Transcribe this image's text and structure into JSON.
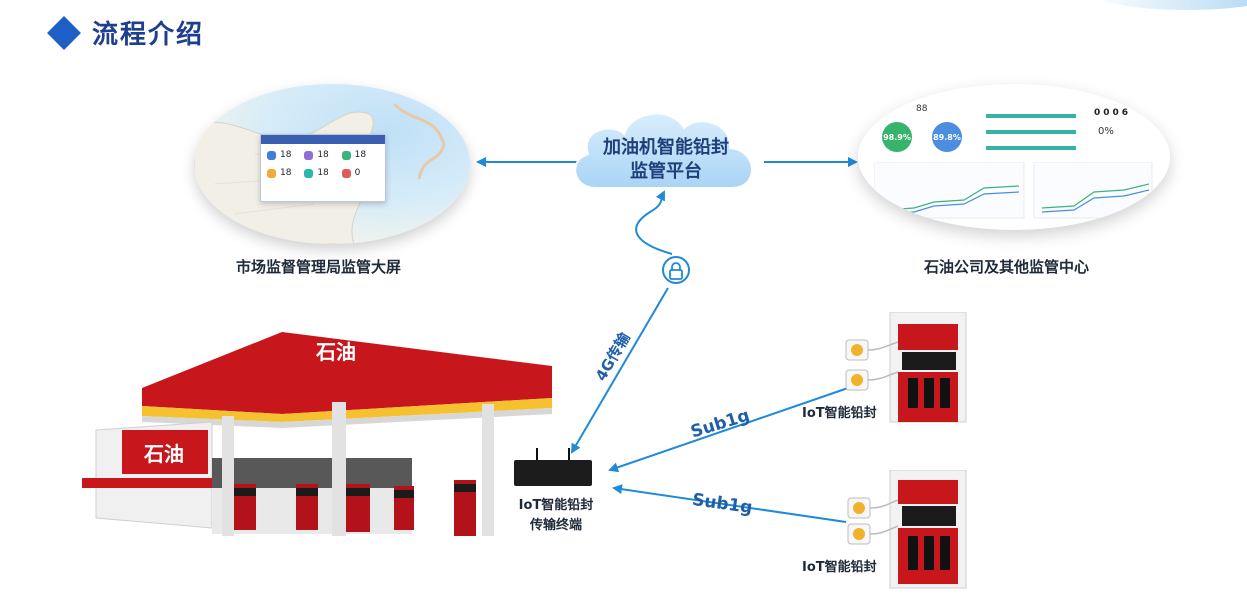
{
  "header": {
    "title": "流程介绍"
  },
  "platform": {
    "line1": "加油机智能铅封",
    "line2": "监管平台"
  },
  "left_screen": {
    "caption": "市场监督管理局监管大屏",
    "popup_values": [
      "18",
      "18",
      "18",
      "18",
      "18",
      "0"
    ]
  },
  "right_screen": {
    "caption": "石油公司及其他监管中心",
    "kpi_top": "88",
    "gauge1": "98.9%",
    "gauge2": "89.8%",
    "percent": "0%",
    "counter": [
      "0",
      "0",
      "0",
      "6"
    ]
  },
  "station": {
    "canopy_brand": "石油",
    "store_brand": "石油"
  },
  "links": {
    "cellular": "4G传输",
    "rf_top": "Sub1g",
    "rf_bottom": "Sub1g"
  },
  "terminal": {
    "line1": "IoT智能铅封",
    "line2": "传输终端"
  },
  "seals": {
    "top_label": "IoT智能铅封",
    "bottom_label": "IoT智能铅封"
  },
  "colors": {
    "accent": "#1d5fc4",
    "title": "#1d3f8e",
    "arrow": "#1f8ad9",
    "petro_red": "#c8161d"
  }
}
